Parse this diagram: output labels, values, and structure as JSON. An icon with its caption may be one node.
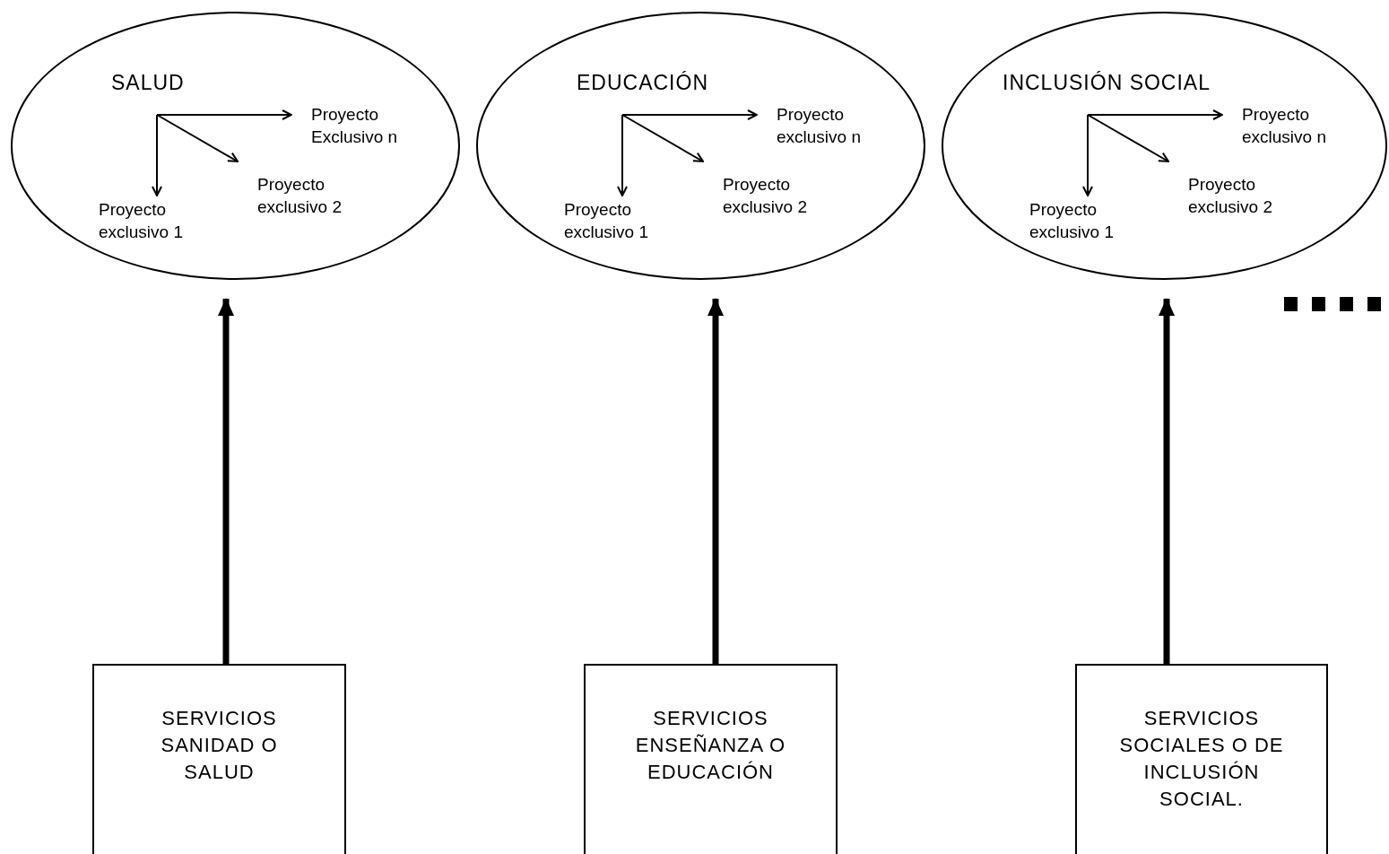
{
  "diagram": {
    "nodes": [
      {
        "text": [
          "SALUD"
        ]
      },
      {
        "text": [
          "Proyecto Exclusivo n"
        ],
        "in": 0
      },
      {
        "text": [
          "Proyecto exclusivo 2"
        ],
        "in": 0
      },
      {
        "text": [
          "Proyecto exclusivo 1"
        ],
        "in": 0
      },
      {
        "text": [
          "EDUCACIÓN"
        ]
      },
      {
        "text": [
          "Proyecto exclusivo n"
        ],
        "in": 4
      },
      {
        "text": [
          "Proyecto exclusivo 2"
        ],
        "in": 4
      },
      {
        "text": [
          "Proyecto exclusivo 1"
        ],
        "in": 4
      },
      {
        "text": [
          "INCLUSIÓN SOCIAL"
        ]
      },
      {
        "text": [
          "Proyecto exclusivo n"
        ],
        "in": 8
      },
      {
        "text": [
          "Proyecto exclusivo 2"
        ],
        "in": 8
      },
      {
        "text": [
          "Proyecto exclusivo 1"
        ],
        "in": 8
      },
      {
        "text": [
          "SERVICIOS SANIDAD O SALUD"
        ]
      },
      {
        "text": [
          "SERVICIOS ENSEÑANZA O EDUCACIÓN"
        ]
      },
      {
        "text": [
          "SERVICIOS SOCIALES O DE INCLUSIÓN SOCIAL."
        ]
      }
    ],
    "edges": [
      {
        "from": null,
        "to": 1,
        "arrow": "to"
      },
      {
        "from": null,
        "to": 2,
        "arrow": "to"
      },
      {
        "from": null,
        "to": 3,
        "arrow": "to"
      },
      {
        "from": null,
        "to": 5,
        "arrow": "to"
      },
      {
        "from": null,
        "to": 6,
        "arrow": "to"
      },
      {
        "from": null,
        "to": 7,
        "arrow": "to"
      },
      {
        "from": null,
        "to": 9,
        "arrow": "to"
      },
      {
        "from": null,
        "to": 10,
        "arrow": "to"
      },
      {
        "from": null,
        "to": 11,
        "arrow": "to"
      },
      {
        "from": 12,
        "to": 0,
        "arrow": "to",
        "style": "thick"
      },
      {
        "from": 13,
        "to": 4,
        "arrow": "to",
        "style": "thick"
      },
      {
        "from": 14,
        "to": 8,
        "arrow": "to",
        "style": "thick"
      }
    ]
  }
}
